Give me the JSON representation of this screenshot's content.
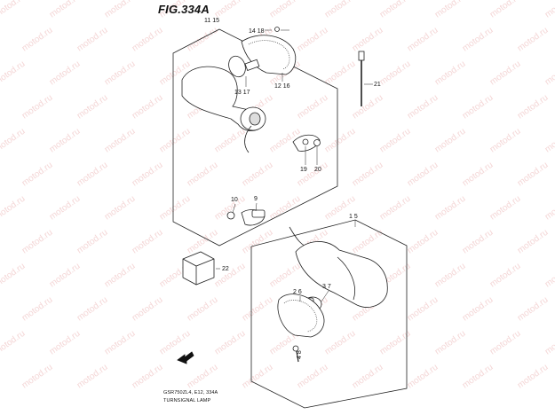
{
  "figure": {
    "title": "FIG.334A",
    "footer_line1": "GSR750ZL4, E12, 334A",
    "footer_line2": "TURNSIGNAL LAMP"
  },
  "watermark": {
    "text": "motod.ru"
  },
  "callouts": {
    "c1115": "11 15",
    "c1418": "14 18",
    "c1317": "13 17",
    "c1216": "12 16",
    "c21": "21",
    "c19": "19",
    "c20": "20",
    "c10": "10",
    "c9": "9",
    "c15": "1 5",
    "c22": "22",
    "c26": "2 6",
    "c37": "3 7",
    "c48": "4 8"
  },
  "icons": {
    "direction": "front-arrow-icon"
  }
}
